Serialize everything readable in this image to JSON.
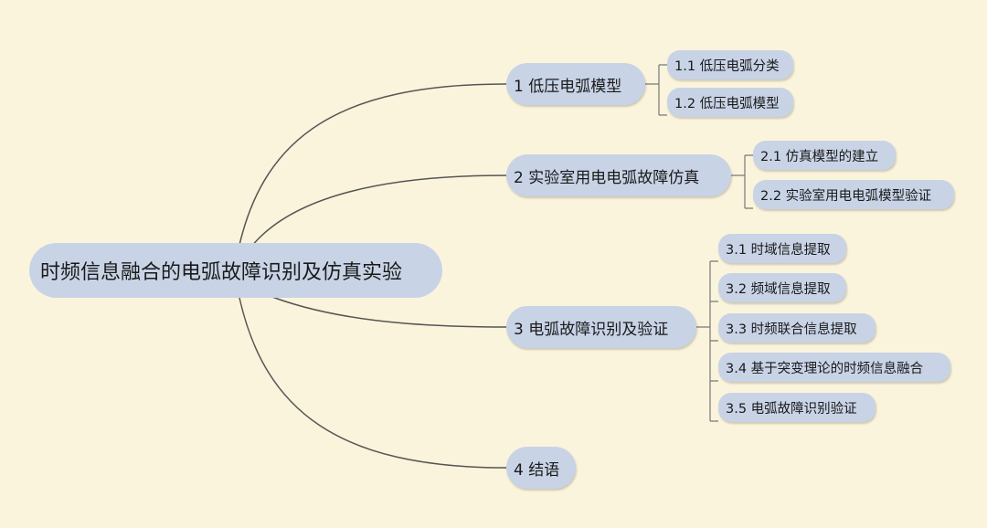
{
  "root": {
    "label": "时频信息融合的电弧故障识别及仿真实验"
  },
  "branches": [
    {
      "label": "1  低压电弧模型",
      "children": [
        "1.1 低压电弧分类",
        "1.2 低压电弧模型"
      ]
    },
    {
      "label": "2  实验室用电电弧故障仿真",
      "children": [
        "2.1 仿真模型的建立",
        "2.2 实验室用电电弧模型验证"
      ]
    },
    {
      "label": "3  电弧故障识别及验证",
      "children": [
        "3.1 时域信息提取",
        "3.2 频域信息提取",
        "3.3 时频联合信息提取",
        "3.4 基于突变理论的时频信息融合",
        "3.5 电弧故障识别验证"
      ]
    },
    {
      "label": "4  结语",
      "children": []
    }
  ],
  "colors": {
    "background": "#fbf4dc",
    "node_fill": "#c8d3e6",
    "connector": "#555555"
  }
}
